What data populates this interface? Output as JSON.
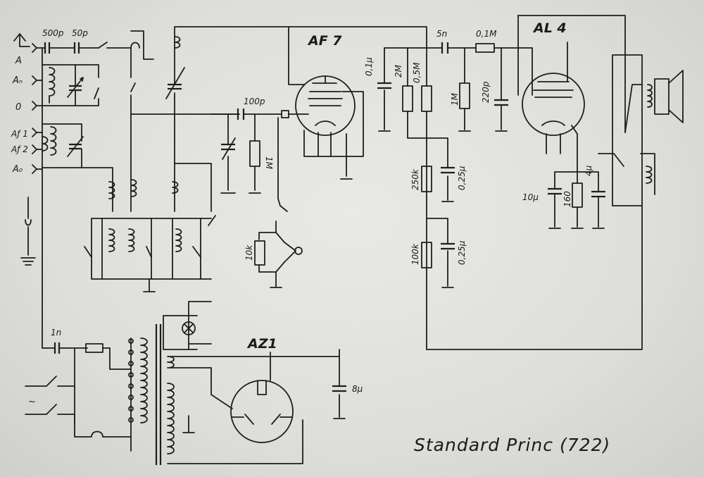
{
  "title": "Standard Princ (722)",
  "tubes": {
    "af7": "AF 7",
    "al4": "AL 4",
    "az1": "AZ1"
  },
  "terminals": {
    "a": "A",
    "an": "Aₙ",
    "o": "0",
    "af1": "Aƒ 1",
    "af2": "Aƒ 2",
    "ao": "A₀"
  },
  "values": {
    "c500p": "500p",
    "c50p": "50p",
    "c100p": "100p",
    "r1m_grid": "1M",
    "c01u": "0,1μ",
    "r2m": "2M",
    "r05m": "0,5M",
    "c5n": "5n",
    "r01m": "0,1M",
    "r1m_al4": "1M",
    "c220p": "220p",
    "r250k": "250k",
    "c025u_a": "0,25μ",
    "r100k": "100k",
    "c025u_b": "0,25μ",
    "c10u": "10μ",
    "r160": "160",
    "c4u": "4μ",
    "r10k": "10k",
    "c1n": "1n",
    "c8u": "8μ",
    "mains": "~"
  }
}
